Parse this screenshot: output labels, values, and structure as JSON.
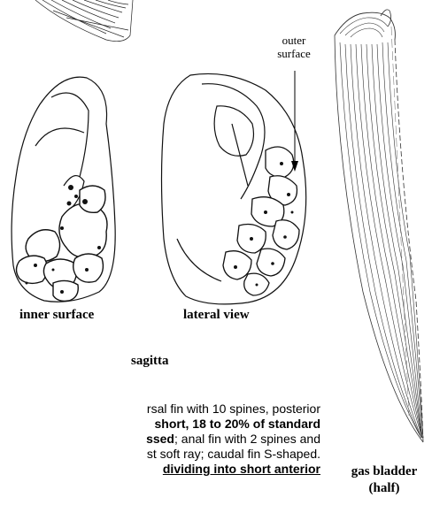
{
  "labels": {
    "outer_surface_line1": "outer",
    "outer_surface_line2": "surface",
    "inner_surface": "inner surface",
    "lateral_view": "lateral view",
    "sagitta": "sagitta",
    "gas_bladder_line1": "gas bladder",
    "gas_bladder_line2": "(half)"
  },
  "body_text": {
    "line1": "rsal fin with 10 spines, posterior",
    "line2_bold": "short, 18 to 20% of standard",
    "line3_bold": "ssed",
    "line3_rest": "; anal fin with 2 spines and",
    "line4": "st soft ray; caudal fin S-shaped.",
    "line5_bold": "dividing into short anterior"
  }
}
